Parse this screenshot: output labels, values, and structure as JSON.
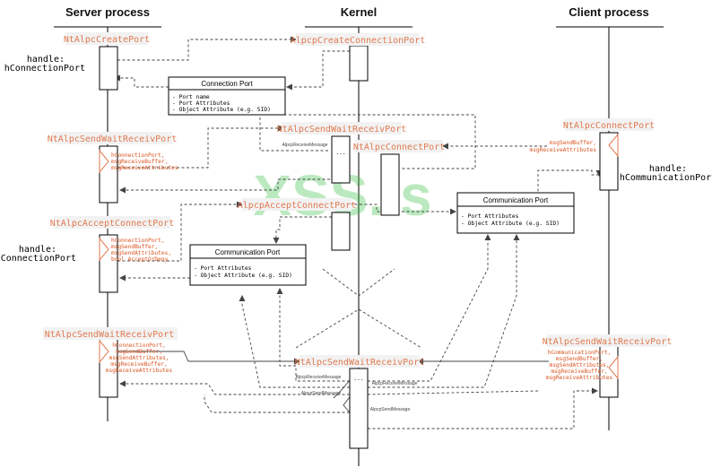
{
  "lanes": {
    "server": "Server process",
    "kernel": "Kernel",
    "client": "Client process"
  },
  "server_calls": {
    "create_port": "NtAlpcCreatePort",
    "send_wait_1": "NtAlpcSendWaitReceivPort",
    "accept_connect": "NtAlpcAcceptConnectPort",
    "send_wait_2": "NtAlpcSendWaitReceivPort"
  },
  "kernel_calls": {
    "create_connection": "AlpcpCreateConnectionPort",
    "send_wait": "NtAlpcSendWaitReceivPort",
    "connect": "NtAlpcConnectPort",
    "accept_connect": "AlpcpAcceptConnectPort",
    "send_wait_2": "NtAlpcSendWaitReceivPort"
  },
  "client_calls": {
    "connect": "NtAlpcConnectPort",
    "send_wait": "NtAlpcSendWaitReceivPort"
  },
  "handles": {
    "server_1_line1": "handle:",
    "server_1_line2": "hConnectionPort",
    "server_2_line1": "handle:",
    "server_2_line2": "hConnectionPort",
    "client_line1": "handle:",
    "client_line2": "hCommunicationPort"
  },
  "params": {
    "send_wait_1": [
      "hConnectionPort,",
      "msgReceiveBuffer,",
      "msgReceiveAttributes"
    ],
    "accept_connect": [
      "hConnectionPort,",
      "msgSendBuffer,",
      "msgSendAttributes,",
      "bool AcceptOrDeny"
    ],
    "send_wait_2": [
      "hConnectionPort,",
      "msgSendBuffer,",
      "msgSendAttributes,",
      "msgReceiveBuffer,",
      "msgReceiveAttributes"
    ],
    "client_connect": [
      "msgSendBuffer,",
      "msgReceiveAttributes"
    ],
    "client_send_wait": [
      "hCommunicationPort,",
      "msgSendBuffer,",
      "msgSendAttributes,",
      "msgReceiveBuffer,",
      "msgReceiveAttributes"
    ]
  },
  "boxes": {
    "connection_port": {
      "title": "Connection Port",
      "attrs": [
        "- Port name",
        "- Port Attributes",
        "- Object Attribute (e.g. SID)"
      ]
    },
    "communication_port_right": {
      "title": "Communication Port",
      "attrs": [
        "- Port Attributes",
        "- Object Attribute (e.g. SID)"
      ]
    },
    "communication_port_left": {
      "title": "Communication Port",
      "attrs": [
        "- Port Attributes",
        "- Object Attribute (e.g. SID)"
      ]
    }
  },
  "messages": {
    "receive_1": "AlpcpReceiveMessage",
    "receive_2": "AlpcpReceiveMessage",
    "receive_3": "AlpcpReceiveMessage",
    "send_1": "AlpcpSendMessage",
    "send_2": "AlpcpSendMessage"
  },
  "activation_marker": "...",
  "watermark": "XSS.is",
  "colors": {
    "call_text": "#e07a50",
    "param_text": "#d9531e",
    "watermark": "#3fc24a"
  }
}
